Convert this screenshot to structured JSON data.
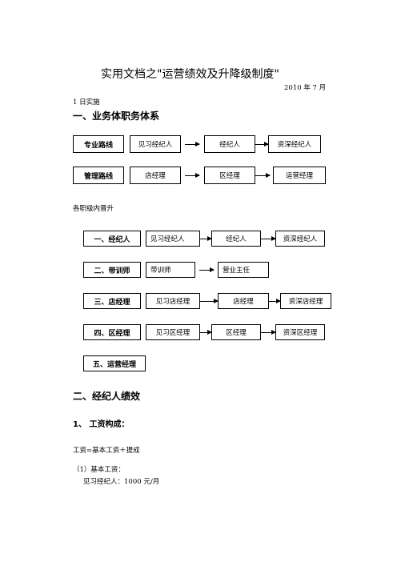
{
  "title": "实用文档之\"运营绩效及升降级制度\"",
  "date_line1": "2010 年 7 月",
  "date_line2": "1 日实施",
  "section1": {
    "heading": "一、业务体职务体系",
    "tracks": [
      {
        "label": "专业路线",
        "steps": [
          "见习经纪人",
          "经纪人",
          "资深经纪人"
        ]
      },
      {
        "label": "管理路线",
        "steps": [
          "店经理",
          "区经理",
          "运营经理"
        ]
      }
    ],
    "promotion_heading": "各职级内晋升",
    "levels": [
      {
        "label": "一、经纪人",
        "steps": [
          "见习经纪人",
          "经纪人",
          "资深经纪人"
        ]
      },
      {
        "label": "二、带训师",
        "steps": [
          "带训师",
          "营业主任"
        ]
      },
      {
        "label": "三、店经理",
        "steps": [
          "见习店经理",
          "店经理",
          "资深店经理"
        ]
      },
      {
        "label": "四、区经理",
        "steps": [
          "见习区经理",
          "区经理",
          "资深区经理"
        ]
      },
      {
        "label": "五、运营经理",
        "steps": []
      }
    ]
  },
  "section2": {
    "heading": "二、经纪人绩效",
    "sub1": "1、  工资构成：",
    "formula": "工资=基本工资＋提成",
    "item1": "（1）基本工资：",
    "item1_line": "见习经纪人：1000 元/月"
  }
}
